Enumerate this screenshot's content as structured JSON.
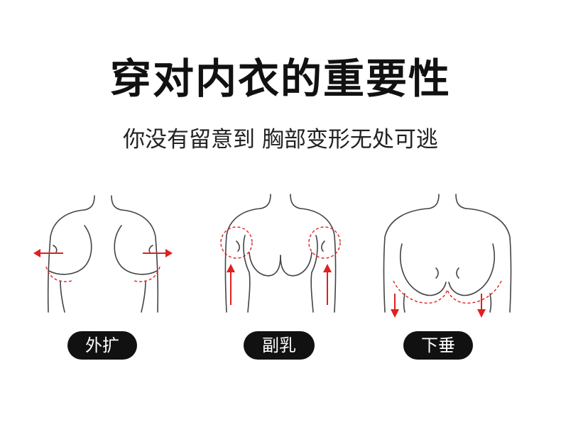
{
  "header": {
    "title": "穿对内衣的重要性",
    "subtitle": "你没有留意到 胸部变形无处可逃"
  },
  "illustrations": [
    {
      "label": "外扩",
      "icon": "outward-spread-illustration"
    },
    {
      "label": "副乳",
      "icon": "accessory-breast-illustration"
    },
    {
      "label": "下垂",
      "icon": "sagging-illustration"
    }
  ],
  "colors": {
    "accent": "#e02020",
    "line": "#444444",
    "pill_bg": "#111111",
    "pill_text": "#ffffff"
  }
}
